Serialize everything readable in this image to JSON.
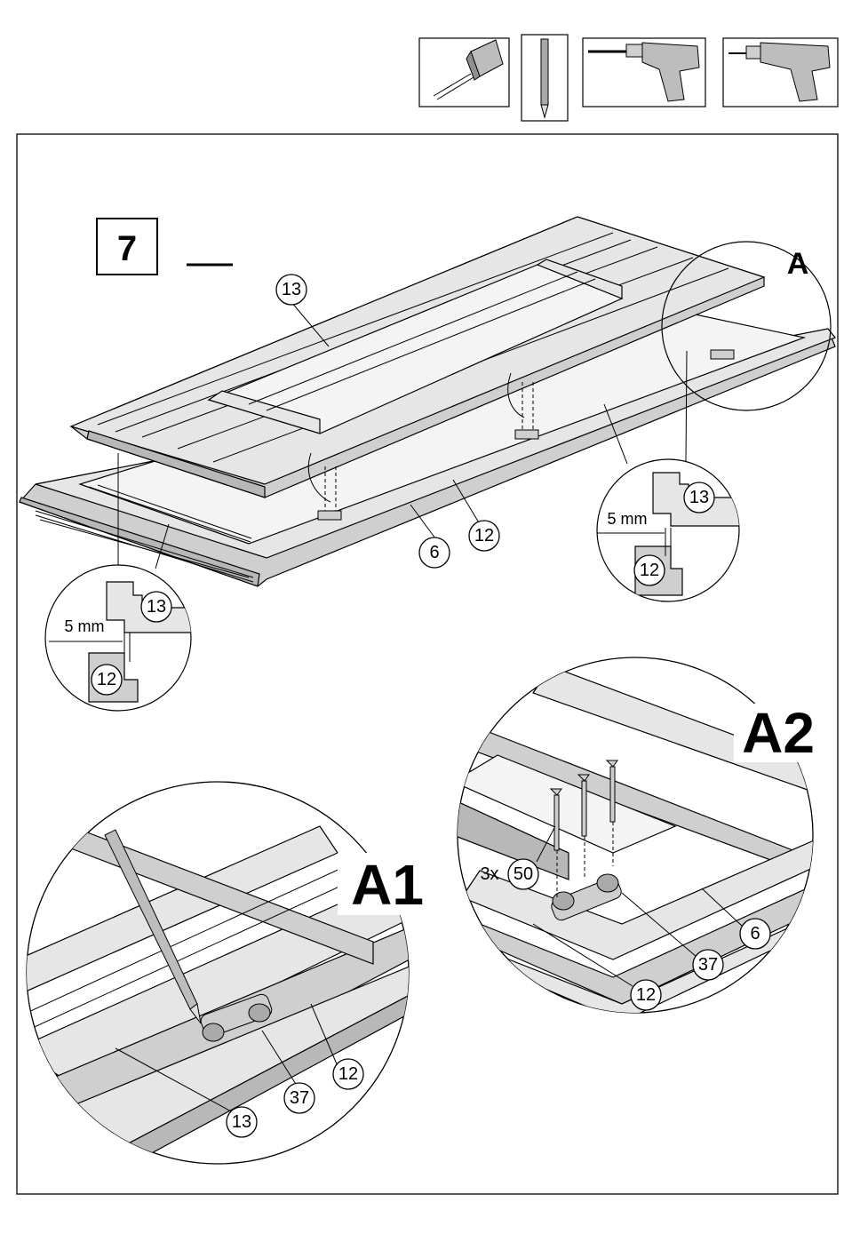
{
  "step": {
    "number": "7",
    "dash": "—"
  },
  "detail_labels": {
    "a": "A",
    "a1": "A1",
    "a2": "A2"
  },
  "gap_labels": {
    "left": "5 mm",
    "right": "5 mm"
  },
  "quantity_label": "3x",
  "tools": [
    {
      "icon": "tape-measure-icon"
    },
    {
      "icon": "pencil-icon"
    },
    {
      "icon": "drill-icon"
    },
    {
      "icon": "screwdriver-drill-icon"
    }
  ],
  "part_callouts": {
    "main_13": "13",
    "main_12": "12",
    "main_6": "6",
    "left_detail_13": "13",
    "left_detail_12": "12",
    "right_detail_13": "13",
    "right_detail_12": "12",
    "a1_37": "37",
    "a1_12": "12",
    "a1_13": "13",
    "a2_50": "50",
    "a2_37": "37",
    "a2_6": "6",
    "a2_12": "12"
  },
  "colors": {
    "line": "#000000",
    "wood_light": "#e6e6e6",
    "wood_mid": "#cfcfcf",
    "wood_dark": "#b8b8b8"
  }
}
